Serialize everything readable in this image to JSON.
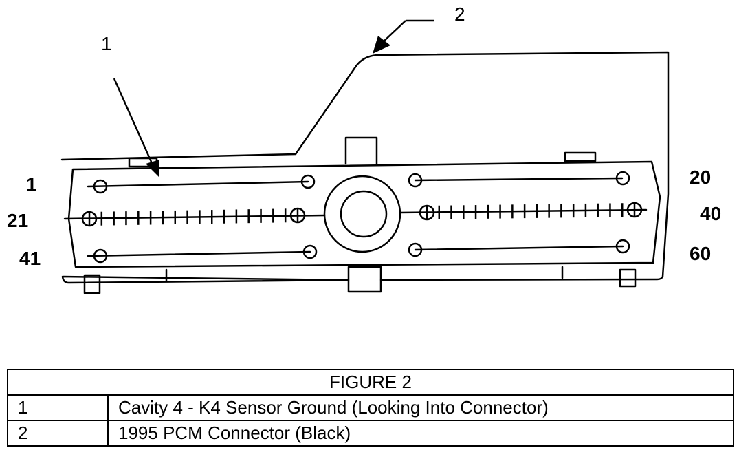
{
  "diagram": {
    "callouts": [
      "1",
      "2"
    ],
    "pin_labels": {
      "row1_left": "1",
      "row2_left": "21",
      "row3_left": "41",
      "row1_right": "20",
      "row2_right": "40",
      "row3_right": "60"
    }
  },
  "legend": {
    "title": "FIGURE 2",
    "rows": [
      {
        "number": "1",
        "description": "Cavity 4 - K4 Sensor Ground (Looking Into Connector)"
      },
      {
        "number": "2",
        "description": "1995 PCM Connector (Black)"
      }
    ]
  }
}
